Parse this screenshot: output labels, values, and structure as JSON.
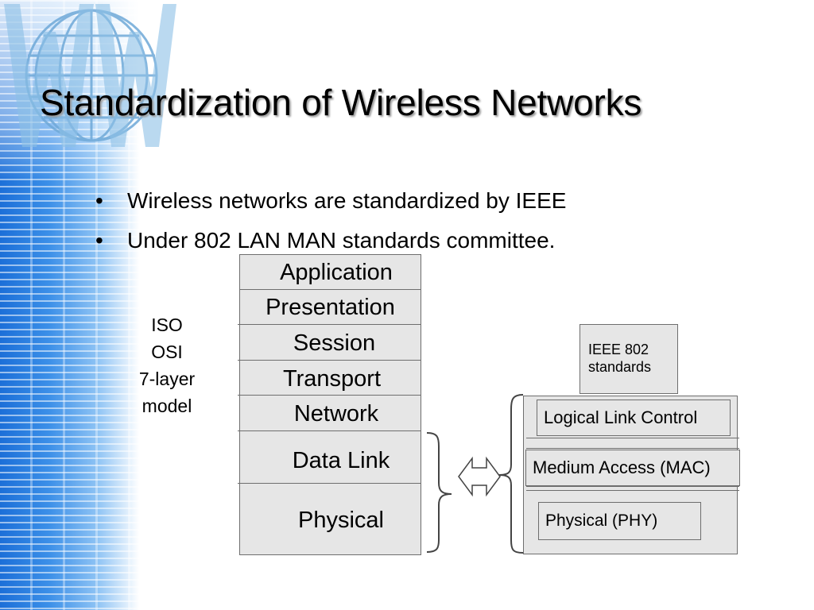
{
  "title": "Standardization of Wireless Networks",
  "bullets": [
    "Wireless networks are standardized by IEEE",
    "Under 802 LAN MAN standards committee."
  ],
  "osi_model": {
    "caption": [
      "ISO",
      "OSI",
      "7-layer",
      "model"
    ],
    "layers": [
      "Application",
      "Presentation",
      "Session",
      "Transport",
      "Network",
      "Data Link",
      "Physical"
    ]
  },
  "ieee802": {
    "header": [
      "IEEE 802",
      "standards"
    ],
    "sublayers": [
      "Logical Link Control",
      "Medium Access (MAC)",
      "Physical (PHY)"
    ]
  },
  "colors": {
    "box_fill": "#e6e6e6",
    "box_border": "#6e6e6e",
    "strip_blue": "#1c6fd8"
  },
  "icons": {
    "logo": "www-globe-icon",
    "arrow": "double-arrow-icon"
  }
}
